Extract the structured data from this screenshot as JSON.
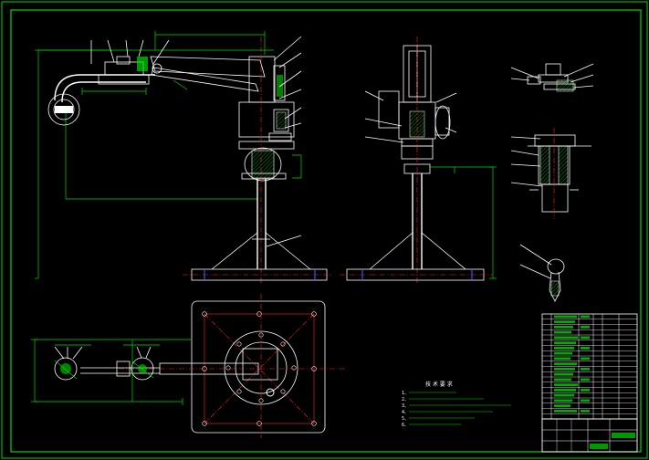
{
  "notes_title": "技 术 要 求",
  "note_lines": [
    "1、",
    "2、",
    "3、",
    "4、",
    "5、",
    "6、"
  ],
  "colors": {
    "frame": "#00d800",
    "outline": "#ffffff",
    "centerline": "#ff2020",
    "dimension": "#00d800"
  }
}
